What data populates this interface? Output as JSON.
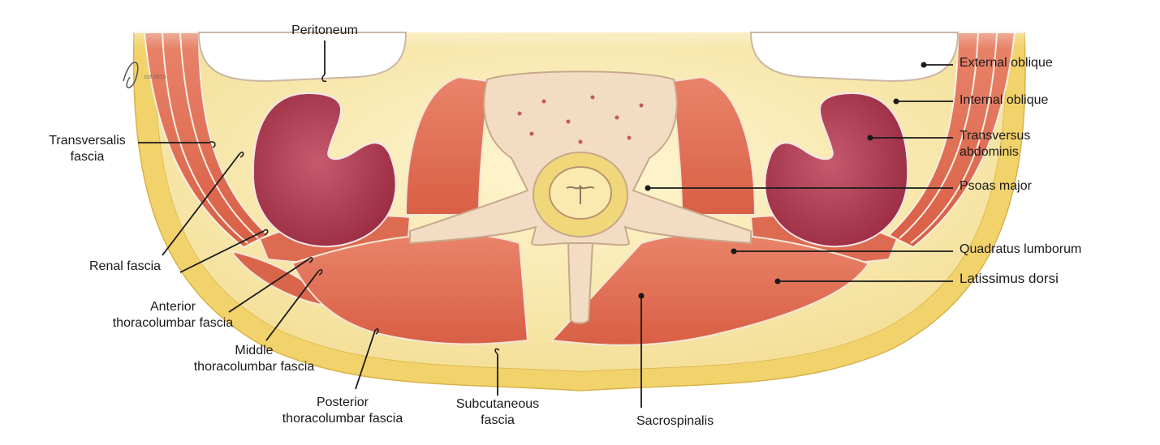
{
  "labels": {
    "peritoneum": "Peritoneum",
    "transversalis_fascia": [
      "Transversalis",
      "fascia"
    ],
    "renal_fascia": "Renal fascia",
    "anterior_tlf": [
      "Anterior",
      "thoracolumbar fascia"
    ],
    "middle_tlf": [
      "Middle",
      "thoracolumbar fascia"
    ],
    "posterior_tlf": [
      "Posterior",
      "thoracolumbar fascia"
    ],
    "subcutaneous_fascia": [
      "Subcutaneous",
      "fascia"
    ],
    "sacrospinalis": "Sacrospinalis",
    "external_oblique": "External oblique",
    "internal_oblique": "Internal oblique",
    "transversus_abdominis": [
      "Transversus",
      "abdominis"
    ],
    "psoas_major": "Psoas major",
    "quadratus_lumborum": "Quadratus lumborum",
    "latissimus_dorsi": "Latissimus dorsi"
  },
  "signature": "ccf 2015",
  "colors": {
    "fat": "#f6e6a0",
    "subcutaneous_fat": "#f1cf5e",
    "muscle": "#e36f54",
    "muscle_dark": "#c94f3a",
    "kidney": "#b23b52",
    "bone": "#f3dcc4",
    "spinal_cord": "#fbeab0",
    "leader_line": "#1a1a1a"
  }
}
